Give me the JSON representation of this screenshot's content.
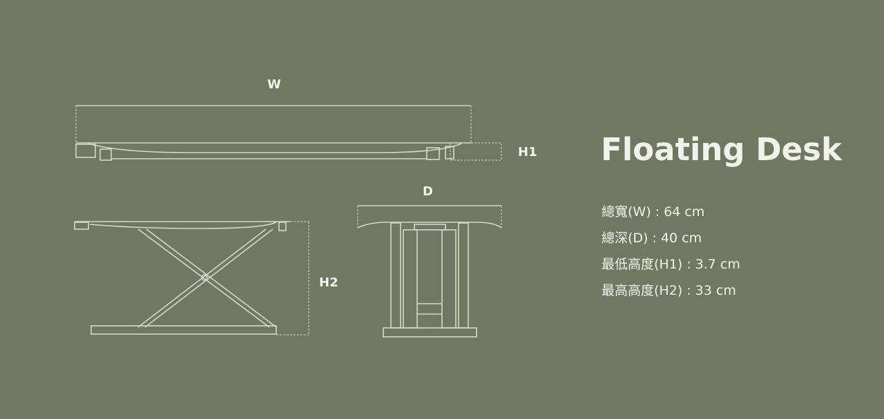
{
  "product": {
    "title": "Floating Desk"
  },
  "dimension_labels": {
    "w": "W",
    "h1": "H1",
    "d": "D",
    "h2": "H2"
  },
  "specs": [
    "總寬(W) : 64 cm",
    "總深(D) : 40 cm",
    "最低高度(H1) : 3.7 cm",
    "最高高度(H2) :  33 cm"
  ],
  "colors": {
    "background": "#717862",
    "line": "#d6d8ce"
  }
}
